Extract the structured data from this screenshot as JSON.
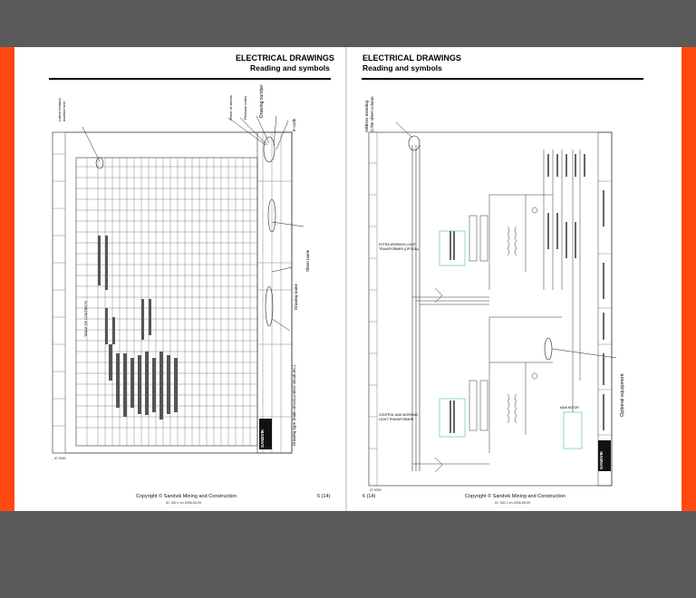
{
  "left_page": {
    "title": "ELECTRICAL DRAWINGS",
    "subtitle": "Reading and symbols",
    "copyright": "Copyright © Sandvik Mining and Construction",
    "doc_id": "ID: 340 1 en 2006-05-09",
    "page_number": "5 (14)",
    "drawing_code": "ID 9050",
    "callouts": {
      "latest_revision": "Latest revision marked here",
      "sheet_of_sheets": "Sheet of sheets",
      "revision_index": "Revision index",
      "drawing_number": "Drawing number",
      "e_code": "E-code",
      "sheet_name": "Sheet name",
      "drawing name": "Drawing name",
      "drawing_name": "Drawing name",
      "drawing_type": "Drawing type (main circuit,control circuit,etc.)"
    },
    "table_title": "TABLE OF CONTENTS",
    "brand": "SANDVIK"
  },
  "right_page": {
    "title": "ELECTRICAL DRAWINGS",
    "subtitle": "Reading and symbols",
    "copyright": "Copyright © Sandvik Mining and Construction",
    "doc_id": "ID: 340 1 en 2006-05-09",
    "page_number": "6 (14)",
    "drawing_code": "ID 9050",
    "callouts": {
      "address_meaning": "Address meaning 1) the sheet column",
      "optional_equipment": "Optional equipment",
      "extra_working_light": "EXTRA WORKING LIGHT TRANSFORMER (OPTION)",
      "control_working_light": "CONTROL AND WORKING LIGHT TRANSFORMER",
      "main_motor": "MAIN MOTOR"
    },
    "brand": "SANDVIK"
  }
}
